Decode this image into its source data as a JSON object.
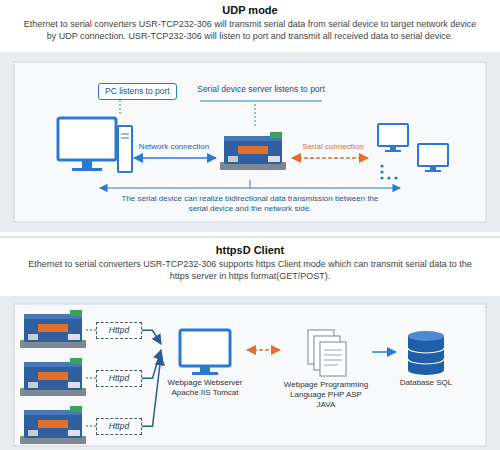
{
  "diagram": {
    "nodes": [
      {
        "text": [
          "PC listens to port"
        ]
      },
      {
        "text": [
          "Httpd"
        ]
      },
      {
        "text": [
          "Httpd"
        ]
      },
      {
        "text": [
          "Httpd"
        ]
      },
      {
        "text": [
          "Webpage Webserver Apache IIS Tomcat"
        ]
      },
      {
        "text": [
          "Webpage Programming Language PHP ASP JAVA"
        ]
      },
      {
        "text": [
          "Database SQL"
        ]
      }
    ],
    "edges": [
      {
        "from": 1,
        "to": 4,
        "arrow": "to"
      },
      {
        "from": 2,
        "to": 4,
        "arrow": "to"
      },
      {
        "from": 3,
        "to": 4,
        "arrow": "to"
      },
      {
        "from": 4,
        "to": 5,
        "arrow": "both"
      },
      {
        "from": 5,
        "to": 6,
        "arrow": "to"
      }
    ],
    "labels": [
      "UDP mode",
      "Ethernet to serial converters USR-TCP232-306 will transmit serial data from serial device to target network device by UDP connection. USR-TCP232-306 will listen to port and transmit all received data to serial device.",
      "Serial device server listens to port",
      "Network connection",
      "Serial connection",
      "The serial device can realize bidirectional data transmission between the serial device and the network side.",
      "httpsD Client",
      "Ethernet to serial converters USR-TCP232-306 supports https Client mode which can transmit serial data to the https server in https format(GET/POST)."
    ]
  }
}
